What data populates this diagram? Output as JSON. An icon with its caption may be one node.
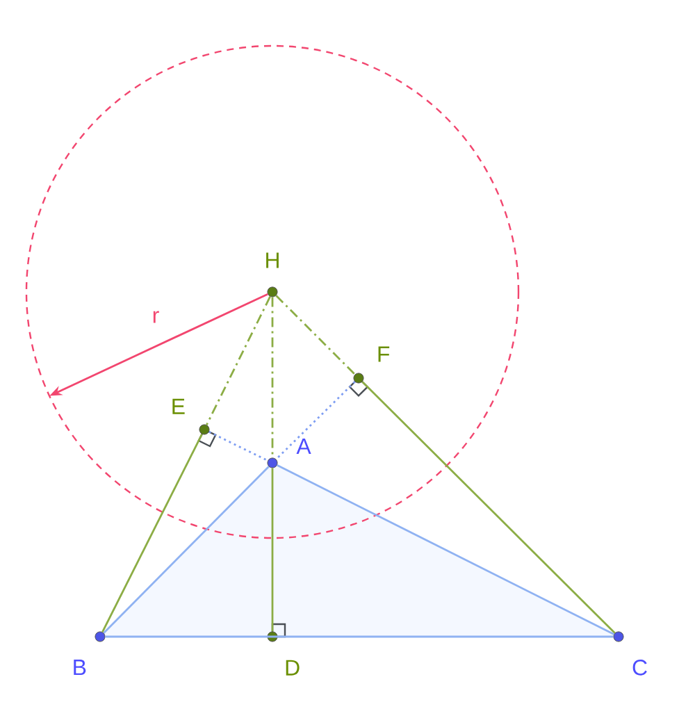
{
  "diagram": {
    "nodes": [
      {
        "text": [
          "H"
        ]
      },
      {
        "text": [
          "F"
        ]
      },
      {
        "text": [
          "E"
        ]
      },
      {
        "text": [
          "A"
        ]
      },
      {
        "text": [
          "B"
        ]
      },
      {
        "text": [
          "D"
        ]
      },
      {
        "text": [
          "C"
        ]
      }
    ],
    "edges": [
      {
        "from": 0,
        "to": null,
        "arrow": "to",
        "label": "r",
        "color": "#f2466f"
      },
      {
        "from": 0,
        "to": 2,
        "arrow": "none",
        "style": "dashed"
      },
      {
        "from": 0,
        "to": 3,
        "arrow": "none",
        "style": "dashed"
      },
      {
        "from": 0,
        "to": 1,
        "arrow": "none",
        "style": "dashed"
      },
      {
        "from": 2,
        "to": 3,
        "arrow": "none",
        "style": "dashed",
        "color": "#7f9ef2"
      },
      {
        "from": 1,
        "to": 3,
        "arrow": "none",
        "style": "dashed",
        "color": "#7f9ef2"
      },
      {
        "from": 2,
        "to": 4,
        "arrow": "none"
      },
      {
        "from": 1,
        "to": 6,
        "arrow": "none"
      },
      {
        "from": 3,
        "to": 5,
        "arrow": "none"
      },
      {
        "from": 3,
        "to": 4,
        "arrow": "none",
        "color": "#8fb2f2"
      },
      {
        "from": 3,
        "to": 6,
        "arrow": "none",
        "color": "#8fb2f2"
      },
      {
        "from": 4,
        "to": 6,
        "arrow": "none",
        "color": "#8fb2f2"
      }
    ]
  }
}
